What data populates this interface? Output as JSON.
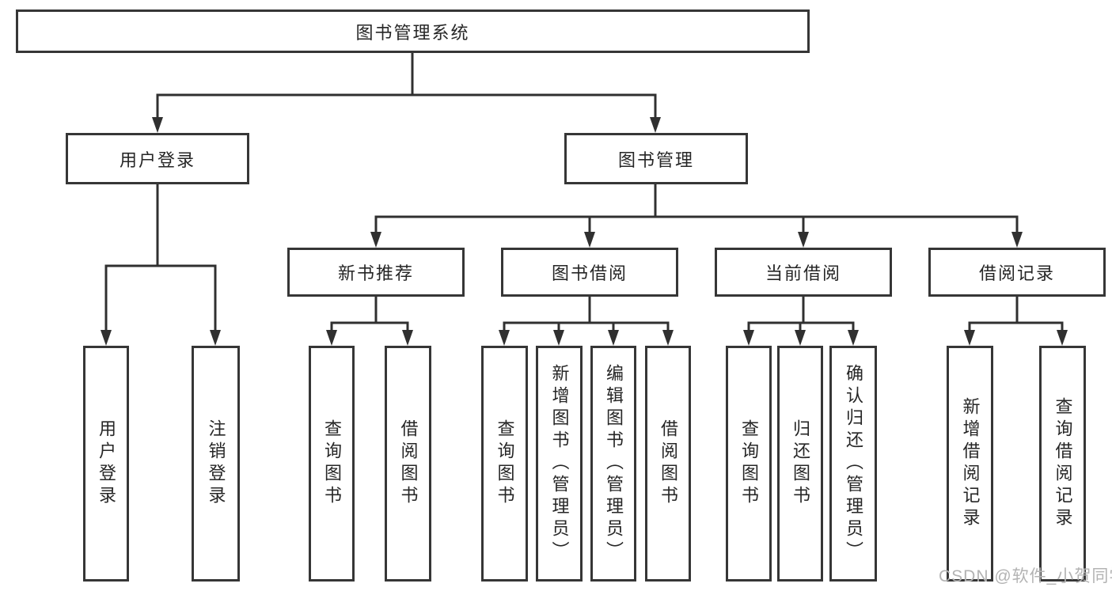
{
  "page": {
    "colors": {
      "background": "#ffffff",
      "line_color": "#303030",
      "border_color": "#363636",
      "text_color": "#262626",
      "watermark_color": "#b3b3b3"
    }
  },
  "diagram": {
    "root": {
      "label": "图书管理系统"
    },
    "branches": [
      {
        "label": "用户登录",
        "children": [
          {
            "label": "用户登录"
          },
          {
            "label": "注销登录"
          }
        ]
      },
      {
        "label": "图书管理",
        "children": [
          {
            "label": "新书推荐",
            "children": [
              {
                "label": "查询图书"
              },
              {
                "label": "借阅图书"
              }
            ]
          },
          {
            "label": "图书借阅",
            "children": [
              {
                "label": "查询图书"
              },
              {
                "label": "新增图书（管理员）"
              },
              {
                "label": "编辑图书（管理员）"
              },
              {
                "label": "借阅图书"
              }
            ]
          },
          {
            "label": "当前借阅",
            "children": [
              {
                "label": "查询图书"
              },
              {
                "label": "归还图书"
              },
              {
                "label": "确认归还（管理员）"
              }
            ]
          },
          {
            "label": "借阅记录",
            "children": [
              {
                "label": "新增借阅记录"
              },
              {
                "label": "查询借阅记录"
              }
            ]
          }
        ]
      }
    ]
  },
  "watermark": {
    "text": "CSDN @软件_小贺同学"
  }
}
